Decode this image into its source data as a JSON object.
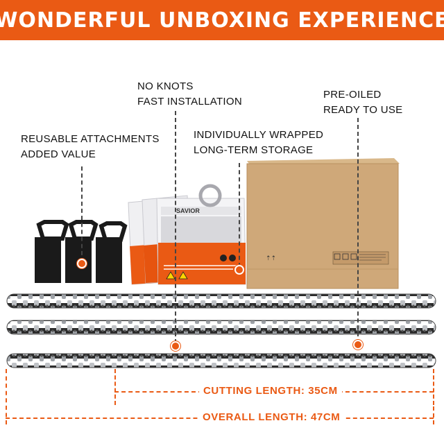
{
  "banner": {
    "title": "WONDERFUL UNBOXING EXPERIENCE"
  },
  "callouts": {
    "no_knots": {
      "line1": "NO KNOTS",
      "line2": "FAST INSTALLATION"
    },
    "pre_oiled": {
      "line1": "PRE-OILED",
      "line2": "READY TO USE"
    },
    "reusable": {
      "line1": "REUSABLE ATTACHMENTS",
      "line2": "ADDED VALUE"
    },
    "wrapped": {
      "line1": "INDIVIDUALLY WRAPPED",
      "line2": "LONG-TERM STORAGE"
    }
  },
  "package": {
    "brand": "SAVIOR"
  },
  "dimensions": {
    "cutting": "CUTTING LENGTH: 35CM",
    "overall": "OVERALL LENGTH: 47CM"
  },
  "colors": {
    "accent": "#ea5a14",
    "box": "#cfa879",
    "strap": "#1a1a1a",
    "chain": "#2b2b2b"
  }
}
